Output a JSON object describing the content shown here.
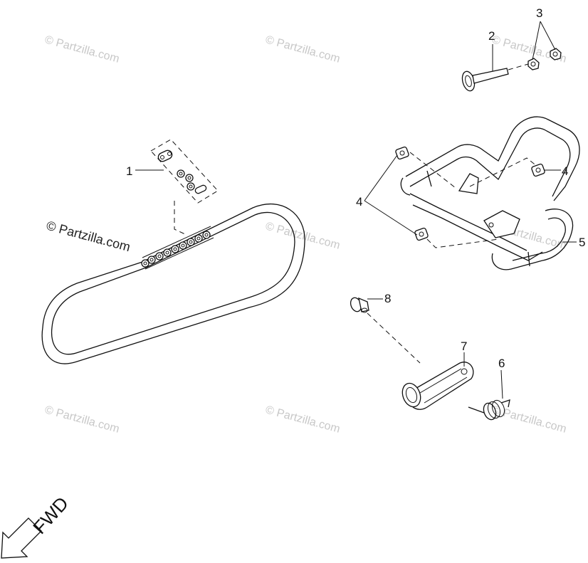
{
  "watermark": "© Partzilla.com",
  "watermark_bold": "© Partzilla.com",
  "callouts": {
    "c1": "1",
    "c2": "2",
    "c3": "3",
    "c4a": "4",
    "c4b": "4",
    "c5": "5",
    "c6": "6",
    "c7": "7",
    "c8": "8"
  },
  "direction": {
    "label": "FWD"
  },
  "colors": {
    "line": "#111111",
    "watermark": "#c8c8c8",
    "background": "#ffffff"
  },
  "icons": {
    "direction": "fwd-arrow-icon"
  }
}
